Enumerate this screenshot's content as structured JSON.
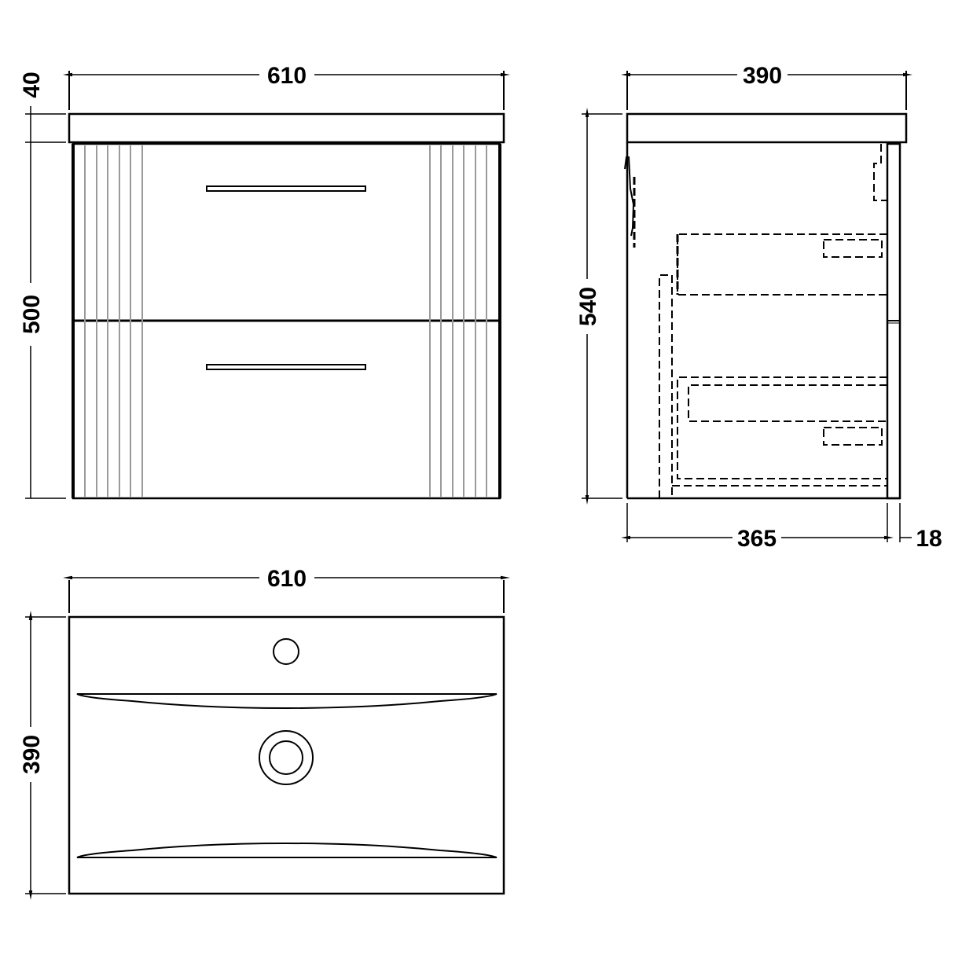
{
  "diagram": {
    "type": "technical-drawing",
    "subject": "wall-hung vanity unit with 2 drawers and basin",
    "line_color": "#000000",
    "fluting_color": "#9a9a9a",
    "views": {
      "front": {
        "width_label": "610",
        "basin_height_label": "40",
        "cabinet_height_label": "500",
        "drawers": 2,
        "flutes_per_side": 7
      },
      "side": {
        "depth_label": "390",
        "total_height_label": "540",
        "carcass_depth_label": "365",
        "door_thickness_label": "18"
      },
      "top": {
        "width_label": "610",
        "depth_label": "390"
      }
    }
  }
}
